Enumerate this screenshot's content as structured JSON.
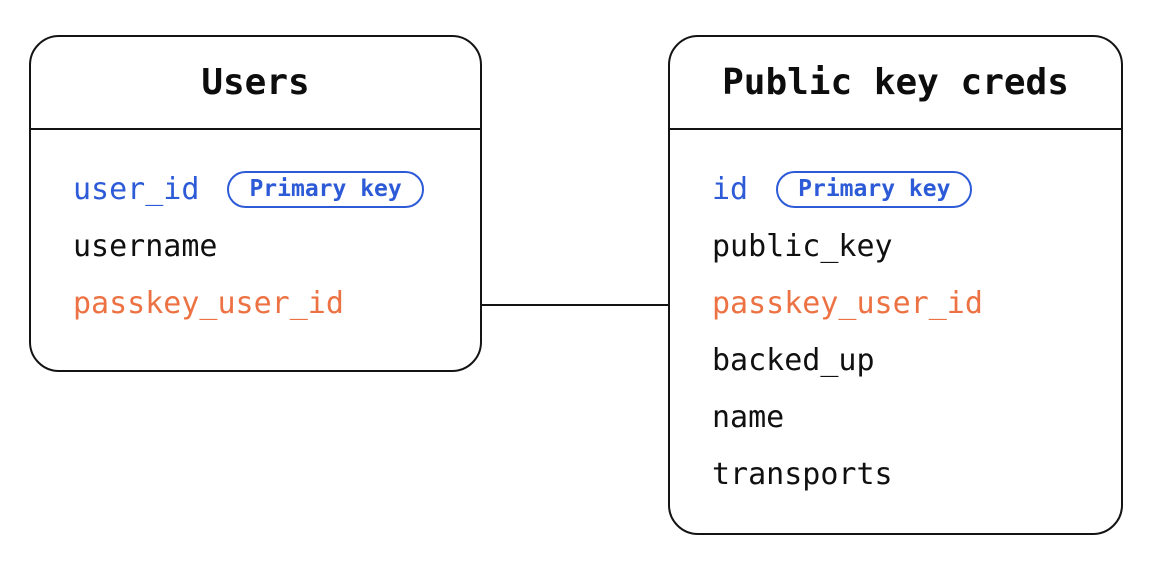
{
  "diagram": {
    "type": "entity-relationship",
    "colors": {
      "background": "#ffffff",
      "line": "#141414",
      "primary_key_accent": "#2d5bd7",
      "relationship_field_accent": "#ed7243"
    },
    "entities": [
      {
        "title": "Users",
        "fields": [
          {
            "name": "user_id",
            "accent": "primary",
            "badge": "Primary key"
          },
          {
            "name": "username",
            "accent": "none"
          },
          {
            "name": "passkey_user_id",
            "accent": "relationship"
          }
        ]
      },
      {
        "title": "Public key creds",
        "fields": [
          {
            "name": "id",
            "accent": "primary",
            "badge": "Primary key"
          },
          {
            "name": "public_key",
            "accent": "none"
          },
          {
            "name": "passkey_user_id",
            "accent": "relationship"
          },
          {
            "name": "backed_up",
            "accent": "none"
          },
          {
            "name": "name",
            "accent": "none"
          },
          {
            "name": "transports",
            "accent": "none"
          }
        ]
      }
    ],
    "connector": {
      "from_entity": "Users",
      "from_field": "passkey_user_id",
      "to_entity": "Public key creds",
      "to_field": "passkey_user_id"
    }
  }
}
